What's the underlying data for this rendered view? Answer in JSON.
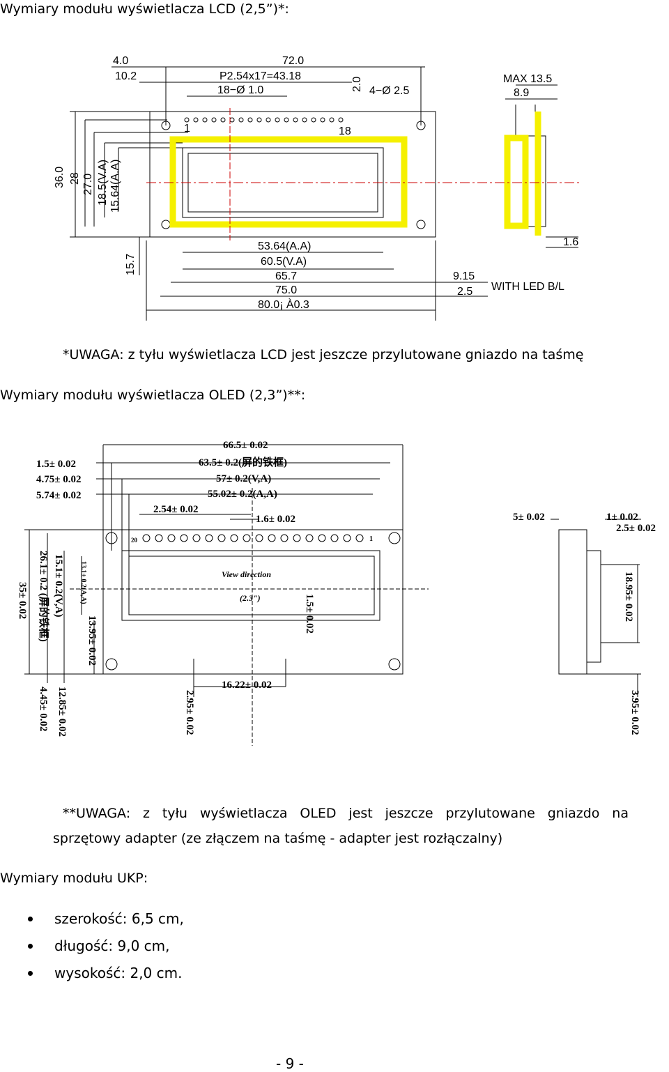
{
  "headings": {
    "lcd": "Wymiary modułu wyświetlacza LCD (2,5”)*:",
    "oled": "Wymiary modułu wyświetlacza OLED (2,3”)**:",
    "ukp": "Wymiary modułu UKP:"
  },
  "notes": {
    "lcd": "*UWAGA: z tyłu wyświetlacza LCD jest jeszcze przylutowane gniazdo na taśmę",
    "oled_line1_words": [
      "**UWAGA:",
      "z",
      "tyłu",
      "wyświetlacza",
      "OLED",
      "jest",
      "jeszcze",
      "przylutowane",
      "gniazdo",
      "na"
    ],
    "oled_line2": "sprzętowy adapter (ze złączem na taśmę - adapter jest rozłączalny)"
  },
  "ukp_list": [
    "szerokość: 6,5 cm,",
    "długość: 9,0 cm,",
    "wysokość: 2,0 cm."
  ],
  "page_number": "- 9 -",
  "lcd_drawing": {
    "dim_4_0": "4.0",
    "dim_72_0": "72.0",
    "dim_10_2": "10.2",
    "dim_pitch": "P2.54x17=43.18",
    "dim_pins": "18−Ø 1.0",
    "dim_2_0": "2.0",
    "dim_holes": "4−Ø 2.5",
    "pin_first": "1",
    "pin_last": "18",
    "dim_36_0": "36.0",
    "dim_28": "28",
    "dim_27_0": "27.0",
    "dim_18_5": "18.5(V.A)",
    "dim_15_64": "15.64(A.A)",
    "dim_15_7": "15.7",
    "dim_53_64": "53.64(A.A)",
    "dim_60_5": "60.5(V.A)",
    "dim_65_7": "65.7",
    "dim_75_0": "75.0",
    "dim_80_0": "80.0¡ À0.3",
    "dim_9_15": "9.15",
    "dim_2_5": "2.5",
    "dim_max": "MAX 13.5",
    "dim_8_9": "8.9",
    "dim_1_6": "1.6",
    "led_label": "WITH LED B/L",
    "frame_color": "#f5f000"
  },
  "oled_drawing": {
    "dim_66_5": "66.5± 0.02",
    "dim_63_5": "63.5± 0.2(屏的铁框)",
    "dim_57": "57± 0.2(V,A)",
    "dim_55_02": "55.02± 0.2(A,A)",
    "dim_2_54": "2.54± 0.02",
    "dim_1_6": "1.6± 0.02",
    "dim_1_5": "1.5± 0.02",
    "dim_4_75": "4.75± 0.02",
    "dim_5_74": "5.74± 0.02",
    "pin_20": "20",
    "pin_1": "1",
    "view_direction": "View direction",
    "size_label": "(2.3\")",
    "dim_35": "35± 0.02",
    "dim_26_1": "26.1± 0.2 (屏的铁框)",
    "dim_15_1": "15.1± 0.2(V,A)",
    "dim_13_1": "13.1± 0.2(A,A)",
    "dim_13_95": "13.95± 0.02",
    "dim_1_5_v": "1.5± 0.02",
    "dim_4_45": "4.45± 0.02",
    "dim_12_85": "12.85± 0.02",
    "dim_2_95": "2.95± 0.02",
    "dim_16_22": "16.22± 0.02",
    "dim_5_side": "5± 0.02",
    "dim_1_side": "1± 0.02",
    "dim_2_5_side": "2.5± 0.02",
    "dim_18_95": "18.95± 0.02",
    "dim_3_95": "3.95± 0.02"
  }
}
